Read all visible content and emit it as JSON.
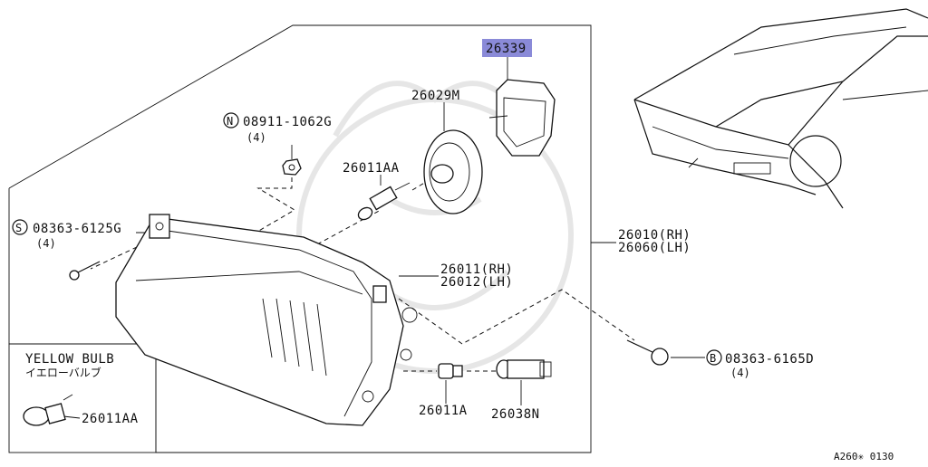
{
  "parts": {
    "p26339": "26339",
    "p26029M": "26029M",
    "nut_code": "08911-1062G",
    "nut_prefix": "N",
    "nut_qty": "(4)",
    "p26011AA_top": "26011AA",
    "screw_code": "08363-6125G",
    "screw_prefix": "S",
    "screw_qty": "(4)",
    "assy_rh": "26010(RH)",
    "assy_lh": "26060(LH)",
    "lens_rh": "26011(RH)",
    "lens_lh": "26012(LH)",
    "bolt_code": "08363-6165D",
    "bolt_prefix": "B",
    "bolt_qty": "(4)",
    "p26011A": "26011A",
    "p26038N": "26038N"
  },
  "inset": {
    "title_en": "YELLOW BULB",
    "title_jp": "イエローバルブ",
    "part": "26011AA"
  },
  "diagram_id": "A260✳ 0130",
  "colors": {
    "highlight": "#8a8ad8",
    "line": "#111111"
  }
}
